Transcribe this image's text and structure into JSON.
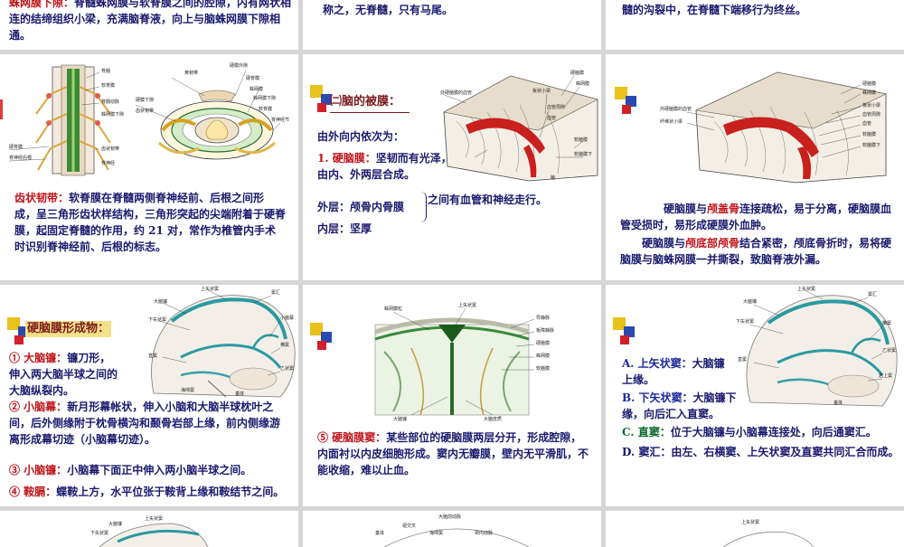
{
  "slides": [
    {
      "id": "s1",
      "text_intro": "蛛网膜下隙：",
      "text_body": "脊髓蛛网膜与软脊膜之间的腔隙，内有网状相连的结缔组织小梁，充满脑脊液，向上与脑蛛网膜下隙相通。"
    },
    {
      "id": "s2",
      "text": "称之，无脊髓，只有马尾。"
    },
    {
      "id": "s3",
      "text": "髓的沟裂中，在脊髓下端移行为终丝。"
    },
    {
      "id": "s4",
      "labels_left": [
        "脊髓",
        "软脊膜",
        "脊髓动脉",
        "蛛网膜下隙",
        "硬脊膜",
        "齿状韧带",
        "脊神经后根",
        "脊神经"
      ],
      "labels_right": [
        "硬膜外隙",
        "黄韧带",
        "硬脊膜",
        "蛛网膜",
        "蛛网膜下隙",
        "软脊膜",
        "硬膜下隙",
        "齿状韧带",
        "脊神经节"
      ],
      "title": "齿状韧带：",
      "body": "软脊膜在脊髓两侧脊神经前、后根之间形成，呈三角形齿状样结构，三角形突起的尖端附着于硬脊膜，起固定脊髓的作用，约 21 对，常作为椎管内手术时识别脊神经前、后根的标志。"
    },
    {
      "id": "s5",
      "heading": "㈡脑的被膜：",
      "intro": "由外向内依次为：",
      "item1_num": "1.",
      "item1_term": "硬脑膜：",
      "item1_desc": "坚韧而有光泽，由内、外两层合成。",
      "outer": "外层：颅骨内骨膜",
      "inner": "内层：坚厚",
      "between": "之间有血管和神经走行。",
      "fig_labels": [
        "外硬脑膜的血管",
        "硬脑膜",
        "蛛网膜",
        "板状小梁",
        "血管周隙",
        "血管",
        "软脑膜",
        "软脑膜下",
        "脑"
      ]
    },
    {
      "id": "s6",
      "fig_labels": [
        "硬脑膜",
        "蛛网膜",
        "板状小梁",
        "血管周隙",
        "血管",
        "软脑膜",
        "软脑膜下",
        "外硬脑膜的血管",
        "纤维状小梁"
      ],
      "p1_a": "硬脑膜与",
      "p1_b": "颅盖骨",
      "p1_c": "连接疏松，易于分离，硬脑膜血管受损时，易形成硬膜外血肿。",
      "p2_a": "硬脑膜与",
      "p2_b": "颅底部颅骨",
      "p2_c": "结合紧密，颅底骨折时，易将硬脑膜与脑蛛网膜一并撕裂，致脑脊液外漏。"
    },
    {
      "id": "s7",
      "title": "硬脑膜形成物：",
      "i1_term": "① 大脑镰：",
      "i1_desc": "镰刀形，伸入两大脑半球之间的大脑纵裂内。",
      "i2_term": "② 小脑幕：",
      "i2_desc": "新月形幕帐状，伸入小脑和大脑半球枕叶之间，后外侧缘附于枕骨横沟和颞骨岩部上缘，前内侧缘游离形成幕切迹（小脑幕切迹）。",
      "i3_term": "③ 小脑镰：",
      "i3_desc": "小脑幕下面正中伸入两小脑半球之间。",
      "i4_term": "④ 鞍膈：",
      "i4_desc": "蝶鞍上方，水平位张于鞍背上缘和鞍结节之间。",
      "fig_labels": [
        "上矢状窦",
        "大脑镰",
        "下矢状窦",
        "直窦",
        "窦汇",
        "小脑幕",
        "横窦",
        "乙状窦",
        "垂体",
        "海绵窦"
      ]
    },
    {
      "id": "s8",
      "fig_labels": [
        "蛛网膜粒",
        "上矢状窦",
        "导静脉",
        "板障静脉",
        "硬脑膜",
        "蛛网膜",
        "软脑膜",
        "大脑镰",
        "大脑皮质"
      ],
      "title": "⑤ 硬脑膜窦：",
      "body": "某些部位的硬脑膜两层分开，形成腔隙，内面衬以内皮细胞形成。窦内无瓣膜，壁内无平滑肌，不能收缩，难以止血。"
    },
    {
      "id": "s9",
      "a_term": "A. 上矢状窦：",
      "a_desc": "大脑镰上缘。",
      "b_term": "B. 下矢状窦：",
      "b_desc": "大脑镰下缘，向后汇入直窦。",
      "c_term": "C. 直窦：",
      "c_desc": "位于大脑镰与小脑幕连接处，向后通窦汇。",
      "d_term": "D. 窦汇：",
      "d_desc": "由左、右横窦、上矢状窦及直窦共同汇合而成。",
      "fig_labels": [
        "上矢状窦",
        "大脑镰",
        "下矢状窦",
        "直窦",
        "窦汇",
        "横窦",
        "乙状窦",
        "垂体",
        "岩上窦"
      ]
    },
    {
      "id": "s10",
      "fig_labels": [
        "上矢状窦",
        "大脑镰",
        "下矢状窦"
      ]
    },
    {
      "id": "s11",
      "fig_labels": [
        "大脑前动脉",
        "视交叉",
        "垂体",
        "海绵窦",
        "颈内动脉"
      ]
    },
    {
      "id": "s12",
      "fig_labels": [
        "上矢状窦"
      ]
    }
  ],
  "colors": {
    "accent_red": "#c0141a",
    "accent_yellow": "#e8c21a",
    "accent_blue": "#1a3a9a",
    "text_navy": "#1a1a6e"
  }
}
